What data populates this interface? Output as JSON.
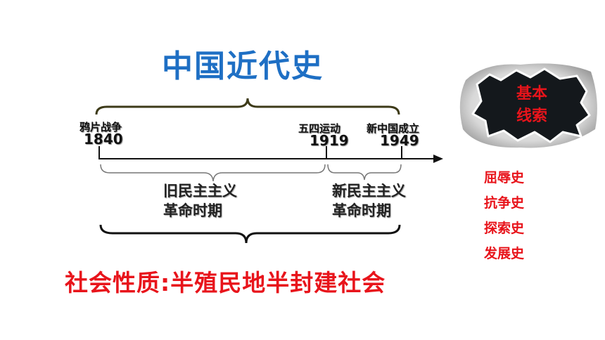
{
  "title": "中国近代史",
  "events": [
    {
      "name": "鸦片战争",
      "year": "1840"
    },
    {
      "name": "五四运动",
      "year": "1919"
    },
    {
      "name": "新中国成立",
      "year": "1949"
    }
  ],
  "periods": [
    {
      "line1": "旧民主主义",
      "line2": "革命时期"
    },
    {
      "line1": "新民主主义",
      "line2": "革命时期"
    }
  ],
  "society_nature": "社会性质:半殖民地半封建社会",
  "badge": {
    "line1": "基本",
    "line2": "线索"
  },
  "themes": [
    "屈辱史",
    "抗争史",
    "探索史",
    "发展史"
  ],
  "colors": {
    "title": "#1e6fc4",
    "accent_red": "#e8141b",
    "top_brace": "#3d3a18"
  }
}
